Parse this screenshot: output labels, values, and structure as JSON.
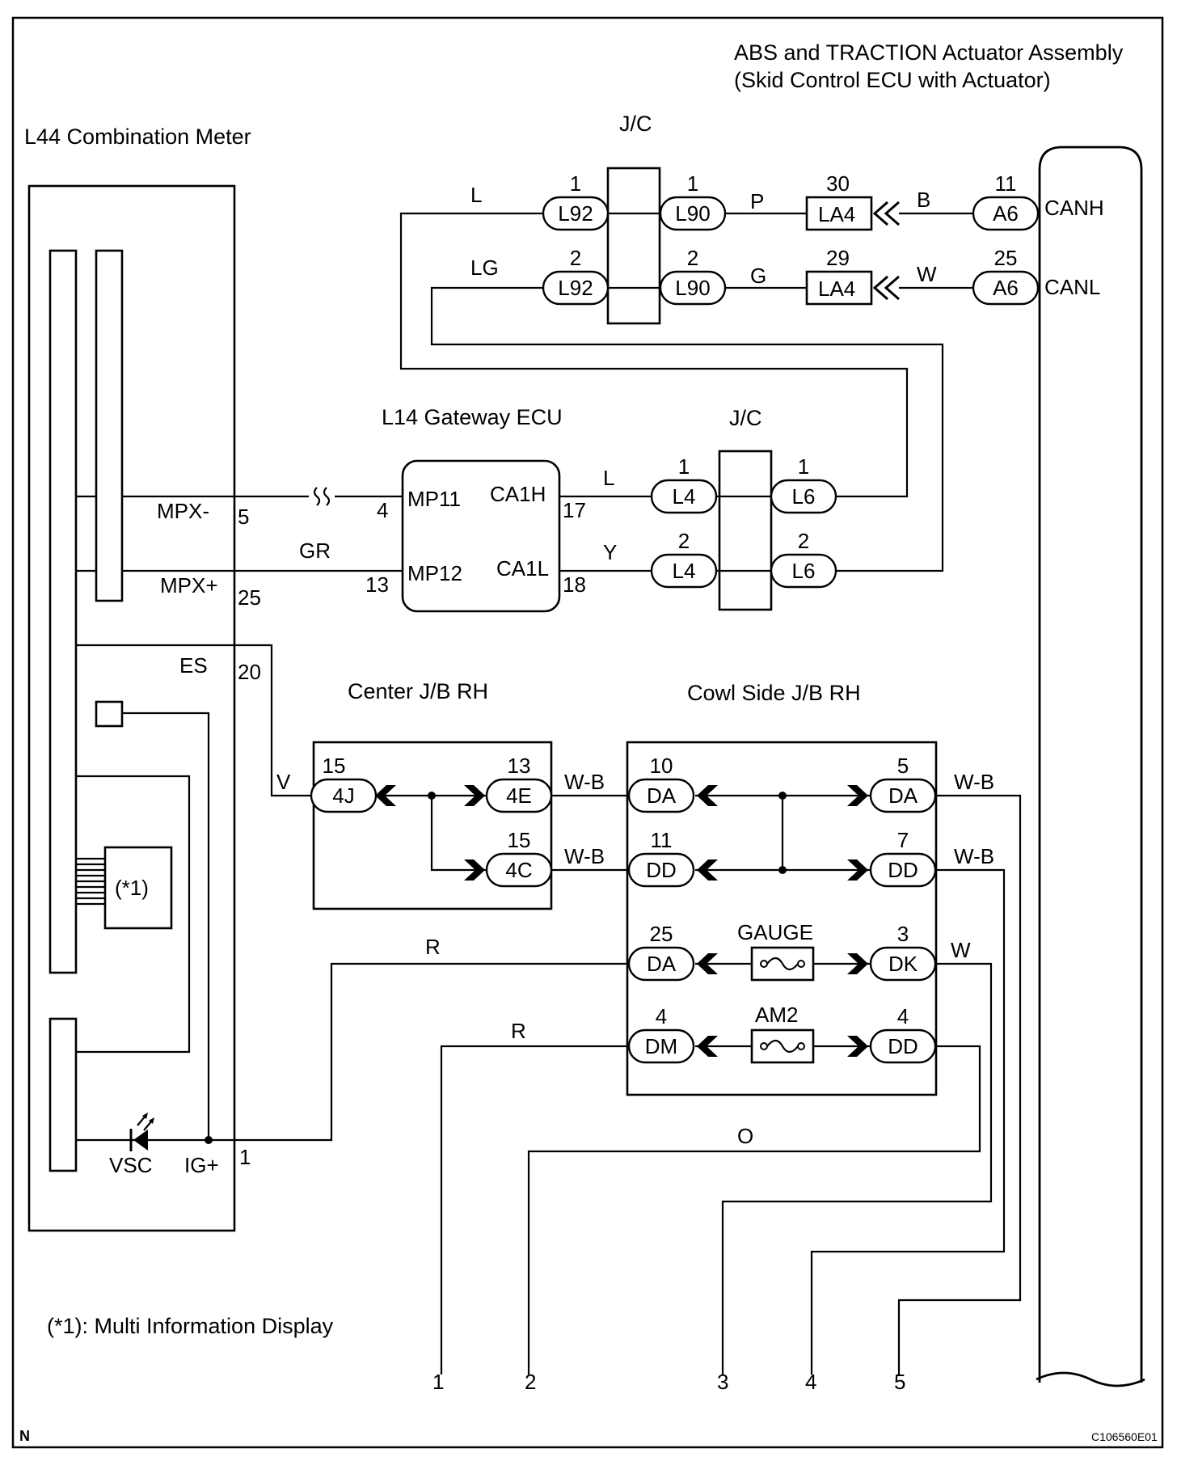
{
  "titles": {
    "abs_line1": "ABS and TRACTION Actuator Assembly",
    "abs_line2": "(Skid Control ECU with Actuator)",
    "meter": "L44 Combination Meter",
    "jc_top": "J/C",
    "gateway": "L14 Gateway ECU",
    "jc_mid": "J/C",
    "center_jb": "Center J/B RH",
    "cowl_jb": "Cowl Side J/B RH",
    "footnote": "(*1): Multi Information Display",
    "corner_n": "N",
    "figure_code": "C106560E01"
  },
  "meter": {
    "mpx_minus": "MPX-",
    "mpx_minus_pin": "5",
    "mpx_plus": "MPX+",
    "mpx_plus_pin": "25",
    "es": "ES",
    "es_pin": "20",
    "mid": "(*1)",
    "vsc": "VSC",
    "ig": "IG+",
    "ig_pin": "1"
  },
  "gateway": {
    "mp11": "MP11",
    "mp11_pin": "4",
    "mp12": "MP12",
    "mp12_pin": "13",
    "ca1h": "CA1H",
    "ca1h_pin": "17",
    "ca1l": "CA1L",
    "ca1l_pin": "18"
  },
  "abs": {
    "canh": "CANH",
    "canl": "CANL"
  },
  "connectors": {
    "l92_1": {
      "name": "L92",
      "pin": "1"
    },
    "l92_2": {
      "name": "L92",
      "pin": "2"
    },
    "l90_1": {
      "name": "L90",
      "pin": "1"
    },
    "l90_2": {
      "name": "L90",
      "pin": "2"
    },
    "la4_30": {
      "name": "LA4",
      "pin": "30"
    },
    "la4_29": {
      "name": "LA4",
      "pin": "29"
    },
    "a6_11": {
      "name": "A6",
      "pin": "11"
    },
    "a6_25": {
      "name": "A6",
      "pin": "25"
    },
    "l4_1": {
      "name": "L4",
      "pin": "1"
    },
    "l4_2": {
      "name": "L4",
      "pin": "2"
    },
    "l6_1": {
      "name": "L6",
      "pin": "1"
    },
    "l6_2": {
      "name": "L6",
      "pin": "2"
    },
    "4j_15": {
      "name": "4J",
      "pin": "15"
    },
    "4e_13": {
      "name": "4E",
      "pin": "13"
    },
    "4c_15": {
      "name": "4C",
      "pin": "15"
    },
    "da_10": {
      "name": "DA",
      "pin": "10"
    },
    "dd_11": {
      "name": "DD",
      "pin": "11"
    },
    "da_25": {
      "name": "DA",
      "pin": "25"
    },
    "dm_4": {
      "name": "DM",
      "pin": "4"
    },
    "da_5": {
      "name": "DA",
      "pin": "5"
    },
    "dd_7": {
      "name": "DD",
      "pin": "7"
    },
    "dk_3": {
      "name": "DK",
      "pin": "3"
    },
    "dd_4": {
      "name": "DD",
      "pin": "4"
    }
  },
  "fuses": {
    "gauge": "GAUGE",
    "am2": "AM2"
  },
  "wires": {
    "l_top": "L",
    "lg_top": "LG",
    "p": "P",
    "g": "G",
    "b": "B",
    "w_can": "W",
    "gr": "GR",
    "l_mid": "L",
    "y": "Y",
    "v": "V",
    "wb_1": "W-B",
    "wb_2": "W-B",
    "wb_3": "W-B",
    "wb_4": "W-B",
    "r_1": "R",
    "r_2": "R",
    "w_gauge": "W",
    "o": "O"
  },
  "terminals": [
    "1",
    "2",
    "3",
    "4",
    "5"
  ]
}
